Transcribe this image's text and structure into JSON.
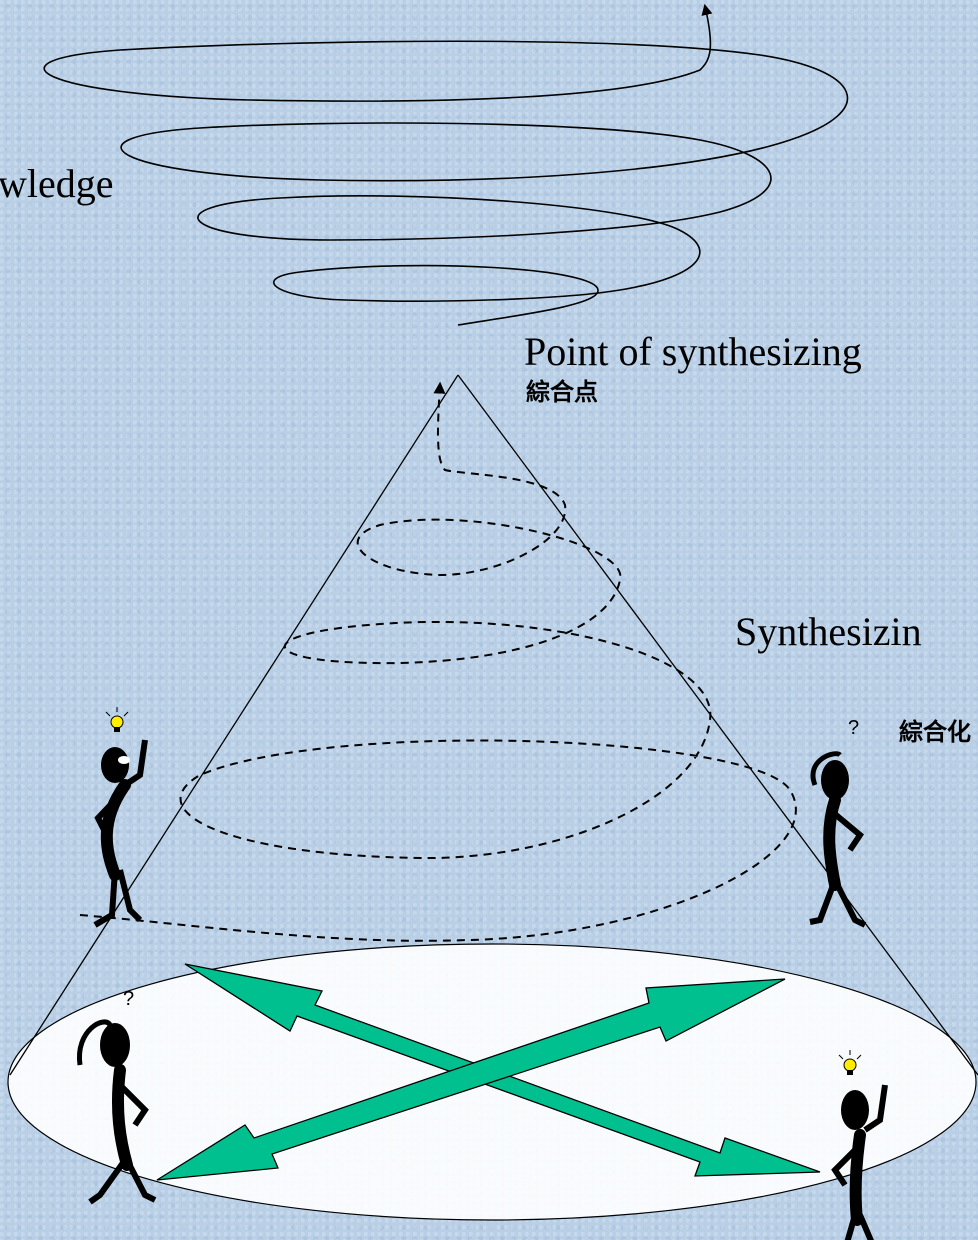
{
  "labels": {
    "knowledge": "wledge",
    "point_en": "Point of synthesizing",
    "point_jp": "綜合点",
    "synth_en": "Synthesizin",
    "synth_jp": "綜合化"
  },
  "figure_marks": {
    "idea": "?",
    "thinking": "?"
  },
  "colors": {
    "background": "#b9cfe6",
    "base_ellipse": "#ffffff",
    "arrow_fill": "#00c08f",
    "line": "#000000"
  },
  "icons": [
    "spiral-arrow",
    "cone",
    "dashed-spiral-arrow",
    "double-arrow",
    "stick-figure",
    "lightbulb-icon",
    "question-mark-icon"
  ]
}
